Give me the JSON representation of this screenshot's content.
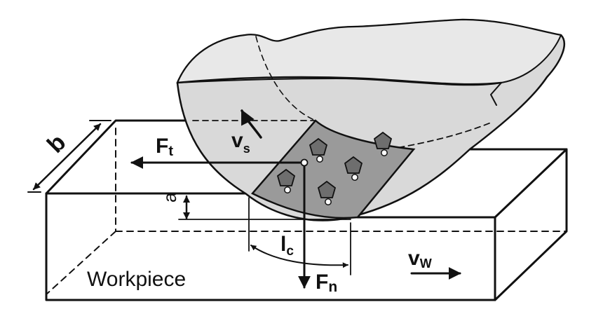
{
  "labels": {
    "b": "b",
    "a": "a",
    "ft_main": "F",
    "ft_sub": "t",
    "vs_main": "v",
    "vs_sub": "s",
    "lc_main": "l",
    "lc_sub": "c",
    "fn_main": "F",
    "fn_sub": "n",
    "vw_main": "v",
    "vw_sub": "W",
    "workpiece": "Workpiece"
  },
  "colors": {
    "line": "#111111",
    "wheel_fill": "#d9d9d9",
    "wheel_rim": "#c8c8c8",
    "contact_zone": "#9a9a9a",
    "grain": "#6e6e6e"
  },
  "icons": {
    "grain": "pentagon-grain-icon"
  }
}
